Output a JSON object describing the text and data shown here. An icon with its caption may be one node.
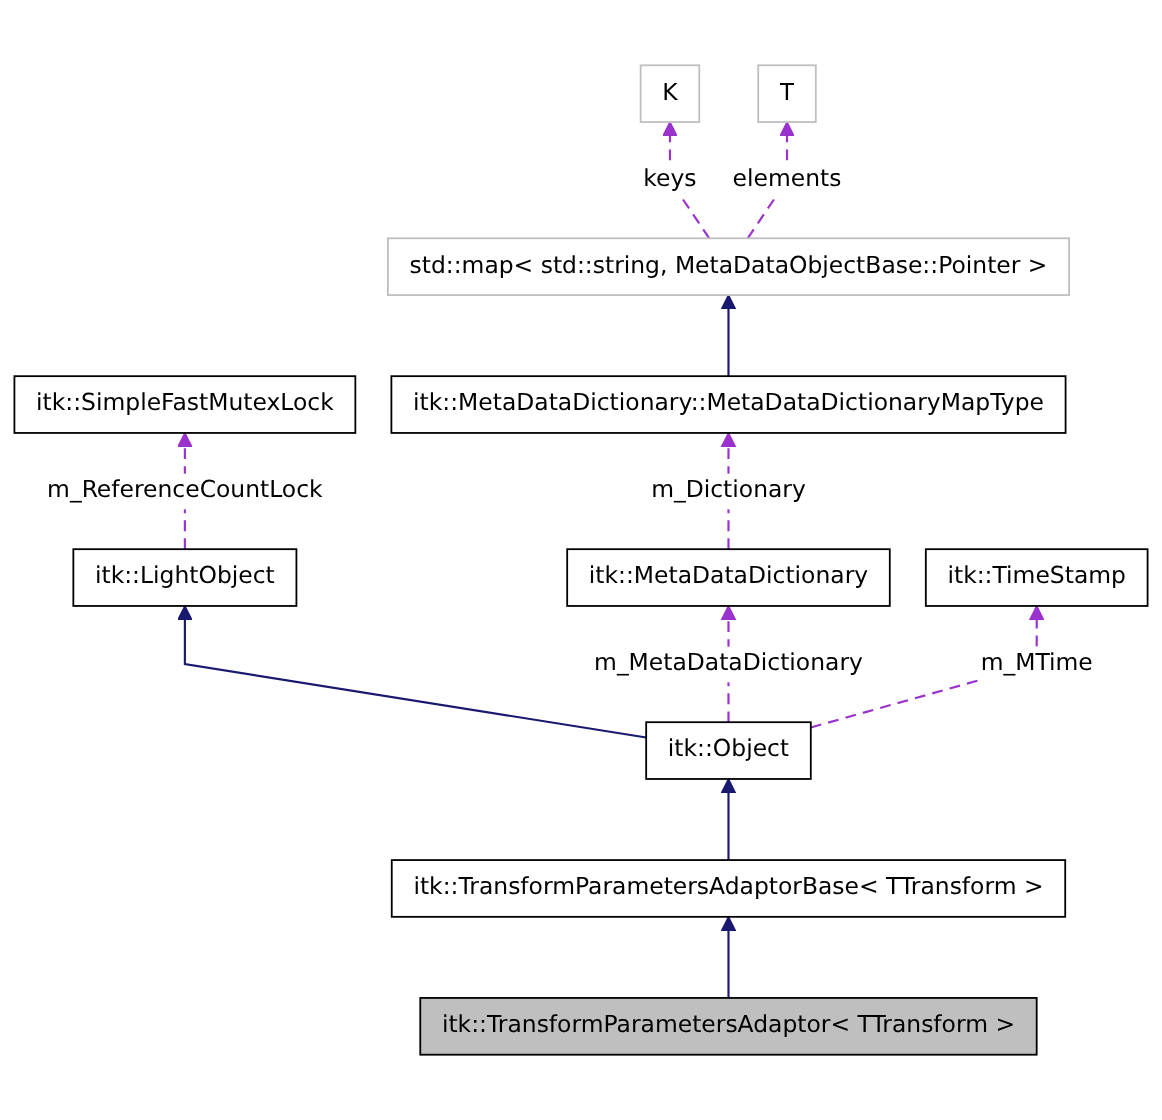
{
  "diagram": {
    "nodes": [
      {
        "text": [
          "K"
        ]
      },
      {
        "text": [
          "T"
        ]
      },
      {
        "text": [
          "std::map< std::string, MetaDataObjectBase::Pointer >"
        ]
      },
      {
        "text": [
          "itk::SimpleFastMutexLock"
        ]
      },
      {
        "text": [
          "itk::MetaDataDictionary::MetaDataDictionaryMapType"
        ]
      },
      {
        "text": [
          "itk::LightObject"
        ]
      },
      {
        "text": [
          "itk::MetaDataDictionary"
        ]
      },
      {
        "text": [
          "itk::TimeStamp"
        ]
      },
      {
        "text": [
          "itk::Object"
        ]
      },
      {
        "text": [
          "itk::TransformParametersAdaptorBase< TTransform >"
        ]
      },
      {
        "text": [
          "itk::TransformParametersAdaptor< TTransform >"
        ]
      }
    ],
    "edges": [
      {
        "from": 2,
        "to": 0,
        "arrow": "to",
        "label": "keys",
        "style": "dashed"
      },
      {
        "from": 2,
        "to": 1,
        "arrow": "to",
        "label": "elements",
        "style": "dashed"
      },
      {
        "from": 4,
        "to": 2,
        "arrow": "to",
        "color": "#191970"
      },
      {
        "from": 5,
        "to": 3,
        "arrow": "to",
        "label": "m_ReferenceCountLock",
        "style": "dashed"
      },
      {
        "from": 6,
        "to": 4,
        "arrow": "to",
        "label": "m_Dictionary",
        "style": "dashed"
      },
      {
        "from": 8,
        "to": 5,
        "arrow": "to",
        "color": "#191970"
      },
      {
        "from": 8,
        "to": 6,
        "arrow": "to",
        "label": "m_MetaDataDictionary",
        "style": "dashed"
      },
      {
        "from": 8,
        "to": 7,
        "arrow": "to",
        "label": "m_MTime",
        "style": "dashed"
      },
      {
        "from": 9,
        "to": 8,
        "arrow": "to",
        "color": "#191970"
      },
      {
        "from": 10,
        "to": 9,
        "arrow": "to",
        "color": "#191970"
      }
    ]
  }
}
